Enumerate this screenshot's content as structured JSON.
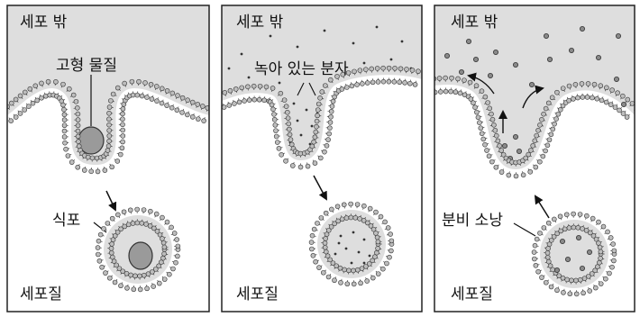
{
  "panels": [
    {
      "id": "phagocytosis",
      "outside_label": "세포 밖",
      "inside_label": "세포질",
      "callouts": {
        "solid": "고형 물질",
        "vacuole": "식포"
      }
    },
    {
      "id": "pinocytosis",
      "outside_label": "세포 밖",
      "inside_label": "세포질",
      "callouts": {
        "molecules": "녹아 있는 분자"
      }
    },
    {
      "id": "exocytosis",
      "outside_label": "세포 밖",
      "inside_label": "세포질",
      "callouts": {
        "vesicle": "분비 소낭"
      }
    }
  ],
  "colors": {
    "outside_fill": "#dedede",
    "inside_fill": "#ffffff",
    "head_fill": "#bdbdbd",
    "particle_fill": "#8a8a8a",
    "solid_fill": "#9a9a9a",
    "border": "#222222"
  }
}
